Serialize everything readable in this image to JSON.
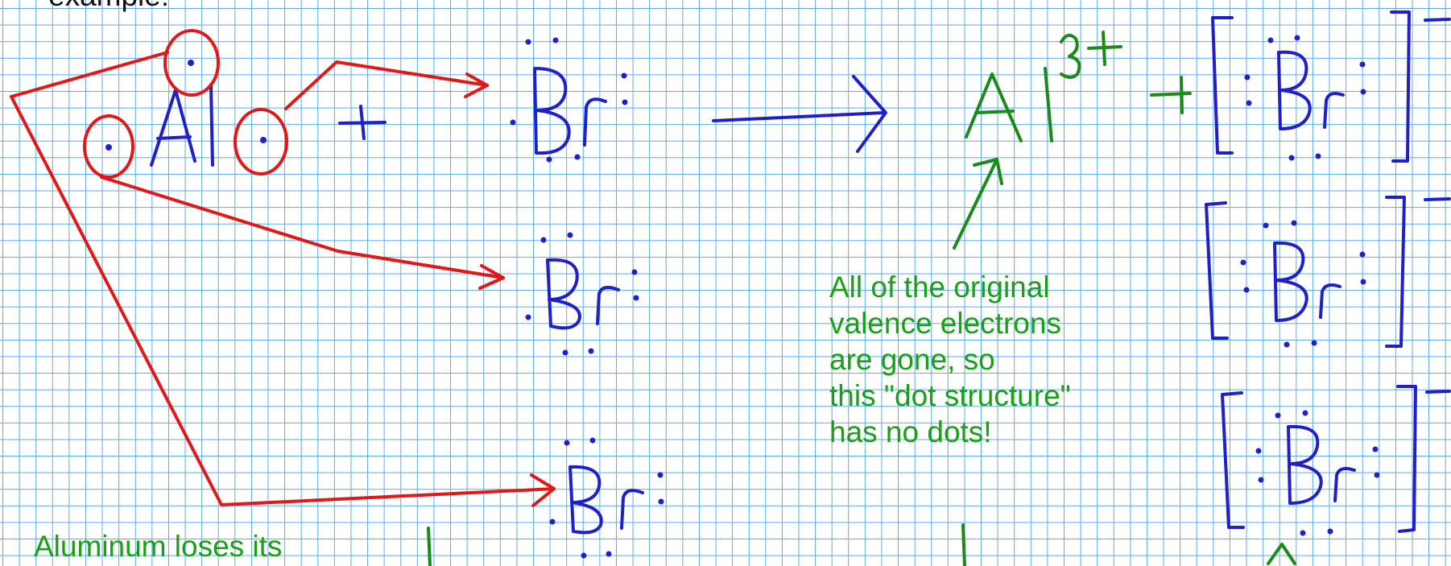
{
  "top_text": "example!",
  "note": {
    "lines": [
      "All of the original",
      "valence electrons",
      "are gone, so",
      "this \"dot structure\"",
      "has no dots!"
    ]
  },
  "bottom_text": "Aluminum loses its",
  "ink": {
    "al_symbol": "Al",
    "plus": "+",
    "br_symbol": "Br",
    "charge_3plus": "3+",
    "charge_minus": "−"
  },
  "colors": {
    "grid": "#5aa9ec",
    "blue_ink": "#2020c8",
    "red_ink": "#e01818",
    "green_ink": "#1a8a1a",
    "note_text": "#18a018",
    "black_text": "#111111"
  }
}
